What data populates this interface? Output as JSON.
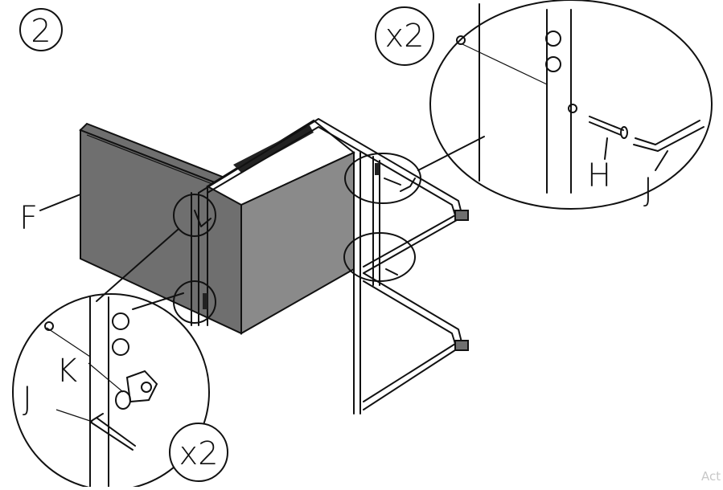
{
  "step": {
    "number": "2"
  },
  "labels": {
    "panel": "F",
    "key_top": "J",
    "screw": "H",
    "key_bottom": "J",
    "bolt": "K"
  },
  "quantities": {
    "top_detail": "x2",
    "bottom_detail": "x2"
  },
  "watermark": "Act"
}
